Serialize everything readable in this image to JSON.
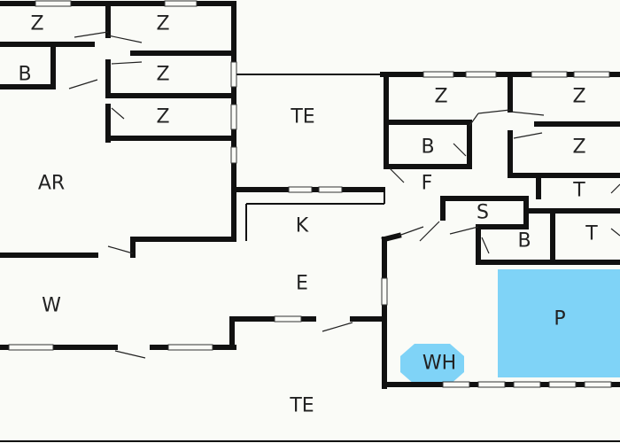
{
  "plan": {
    "rooms": [
      {
        "id": "z1",
        "label": "Z"
      },
      {
        "id": "z2",
        "label": "Z"
      },
      {
        "id": "b1",
        "label": "B"
      },
      {
        "id": "z3",
        "label": "Z"
      },
      {
        "id": "z4",
        "label": "Z"
      },
      {
        "id": "ar",
        "label": "AR"
      },
      {
        "id": "te1",
        "label": "TE"
      },
      {
        "id": "z5",
        "label": "Z"
      },
      {
        "id": "z6",
        "label": "Z"
      },
      {
        "id": "b2",
        "label": "B"
      },
      {
        "id": "z7",
        "label": "Z"
      },
      {
        "id": "f",
        "label": "F"
      },
      {
        "id": "t1",
        "label": "T"
      },
      {
        "id": "k",
        "label": "K"
      },
      {
        "id": "s",
        "label": "S"
      },
      {
        "id": "b3",
        "label": "B"
      },
      {
        "id": "t2",
        "label": "T"
      },
      {
        "id": "e",
        "label": "E"
      },
      {
        "id": "w",
        "label": "W"
      },
      {
        "id": "p",
        "label": "P"
      },
      {
        "id": "wh",
        "label": "WH"
      },
      {
        "id": "te2",
        "label": "TE"
      }
    ],
    "colors": {
      "pool": "#7fd3f7",
      "whirlpool": "#7fd3f7",
      "walls": "#111111",
      "floor": "#fafbf7"
    }
  }
}
